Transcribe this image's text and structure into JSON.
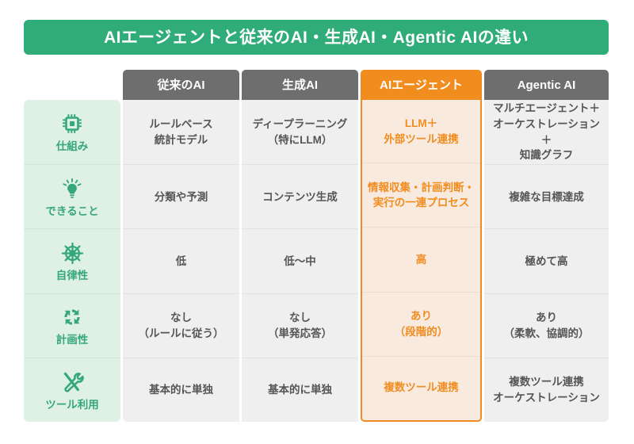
{
  "title": "AIエージェントと従来のAI・生成AI・Agentic AIの違い",
  "colors": {
    "brand_green": "#2FAC78",
    "label_green_bg": "#DFF0E5",
    "label_green_text": "#35A878",
    "header_gray": "#6E6E6E",
    "accent_orange": "#F18C1E",
    "accent_orange_bg": "#F9EAE0",
    "cell_gray_bg": "#EFEFEF",
    "cell_text": "#555555"
  },
  "table": {
    "column_headers": [
      {
        "label": "従来のAI",
        "highlight": false
      },
      {
        "label": "生成AI",
        "highlight": false
      },
      {
        "label": "AIエージェント",
        "highlight": true
      },
      {
        "label": "Agentic AI",
        "highlight": false
      }
    ],
    "rows": [
      {
        "icon": "cpu-chip-icon",
        "label": "仕組み",
        "cells": [
          "ルールベース\n統計モデル",
          "ディープラーニング\n（特にLLM）",
          "LLM＋\n外部ツール連携",
          "マルチエージェント＋\nオーケストレーション＋\n知識グラフ"
        ]
      },
      {
        "icon": "lightbulb-icon",
        "label": "できること",
        "cells": [
          "分類や予測",
          "コンテンツ生成",
          "情報収集・計画判断・\n実行の一連プロセス",
          "複雑な目標達成"
        ]
      },
      {
        "icon": "ship-wheel-icon",
        "label": "自律性",
        "cells": [
          "低",
          "低〜中",
          "高",
          "極めて高"
        ]
      },
      {
        "icon": "recycle-arrows-icon",
        "label": "計画性",
        "cells": [
          "なし\n（ルールに従う）",
          "なし\n（単発応答）",
          "あり\n（段階的）",
          "あり\n（柔軟、協調的）"
        ]
      },
      {
        "icon": "tools-icon",
        "label": "ツール利用",
        "cells": [
          "基本的に単独",
          "基本的に単独",
          "複数ツール連携",
          "複数ツール連携\nオーケストレーション"
        ]
      }
    ]
  }
}
